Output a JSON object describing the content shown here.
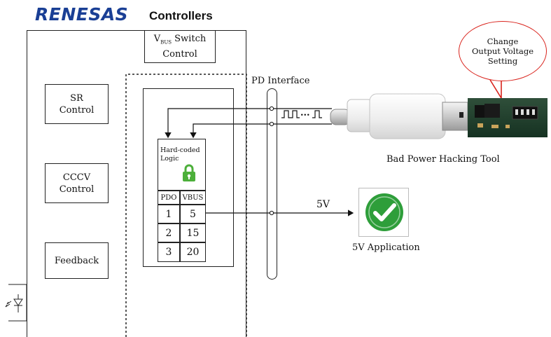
{
  "header": {
    "logo_text": "RENESAS",
    "title": "Controllers"
  },
  "vbus_switch": {
    "line1_prefix": "V",
    "line1_sub": "BUS",
    "line1_suffix": " Switch",
    "line2": "Control"
  },
  "blocks": {
    "sr_line1": "SR",
    "sr_line2": "Control",
    "cccv_line1": "CCCV",
    "cccv_line2": "Control",
    "feedback": "Feedback"
  },
  "logic": {
    "title_line1": "Hard-coded",
    "title_line2": "Logic",
    "col_pdo": "PDO",
    "col_vbus": "VBUS",
    "rows": [
      {
        "pdo": "1",
        "vbus": "5"
      },
      {
        "pdo": "2",
        "vbus": "15"
      },
      {
        "pdo": "3",
        "vbus": "20"
      }
    ]
  },
  "pd_interface": "PD Interface",
  "signal_dots": "...",
  "tool": {
    "label": "Bad Power Hacking Tool"
  },
  "callout": {
    "line1": "Change",
    "line2": "Output Voltage",
    "line3": "Setting"
  },
  "output": {
    "voltage": "5V",
    "app_label": "5V Application"
  },
  "colors": {
    "logo": "#1a3f95",
    "lock": "#4caf3a",
    "check": "#2e9e3a",
    "callout_border": "#d9231c"
  }
}
